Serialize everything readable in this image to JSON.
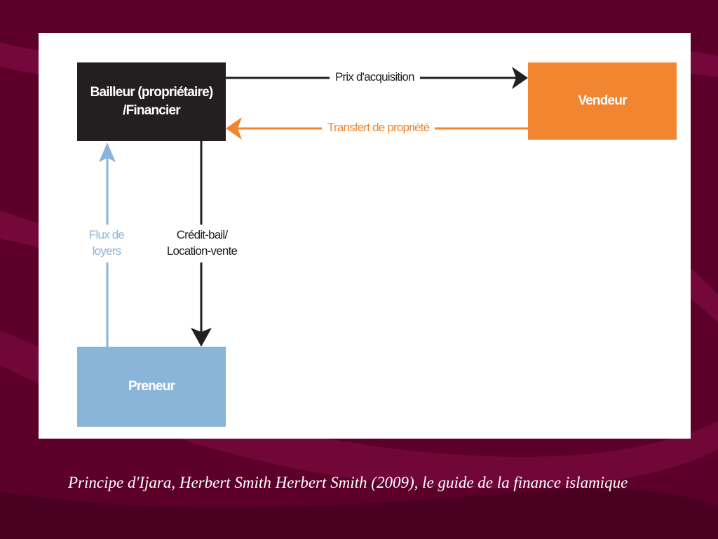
{
  "theme": {
    "background": "#5c0029",
    "wave_color": "#8a0f4a",
    "panel_background": "#ffffff"
  },
  "diagram": {
    "nodes": {
      "bailleur": {
        "label": "Bailleur (propriétaire)\n/Financier",
        "color": "#231f20"
      },
      "vendeur": {
        "label": "Vendeur",
        "color": "#f28530"
      },
      "preneur": {
        "label": "Preneur",
        "color": "#8ab4d8"
      }
    },
    "edges": {
      "prix": {
        "label": "Prix d'acquisition",
        "color": "#231f20",
        "from": "bailleur",
        "to": "vendeur"
      },
      "transfert": {
        "label": "Transfert de propriété",
        "color": "#f28530",
        "from": "vendeur",
        "to": "bailleur"
      },
      "credit": {
        "label": "Crédit-bail/\nLocation-vente",
        "color": "#231f20",
        "from": "bailleur",
        "to": "preneur"
      },
      "flux": {
        "label": "Flux de\nloyers",
        "color": "#8ab4d8",
        "from": "preneur",
        "to": "bailleur"
      }
    }
  },
  "caption": "Principe d'Ijara, Herbert Smith Herbert Smith (2009), le guide de la finance islamique"
}
